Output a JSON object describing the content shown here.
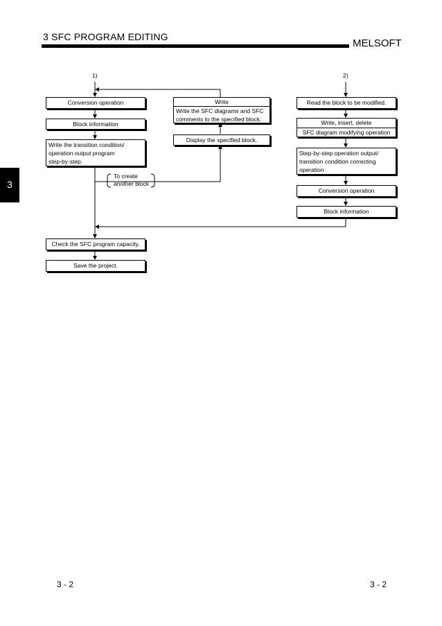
{
  "header": {
    "title": "3   SFC PROGRAM EDITING",
    "brand": "MELSOFT"
  },
  "side_tab": {
    "number": "3"
  },
  "flow": {
    "label_1": "1)",
    "label_2": "2)",
    "conversion_1": "Conversion operation",
    "block_info_1": "Block information",
    "write_transition": [
      "Write the transition condition/",
      "operation output program",
      "step-by-step."
    ],
    "write_title": "Write",
    "write_body": [
      "Write the SFC diagrams and SFC",
      "comments to the specified block."
    ],
    "display_block": "Display the specified block.",
    "create_note": [
      "To create",
      "another block"
    ],
    "read_block": "Read the block to be modified.",
    "write_insert_delete": "Write, insert, delete",
    "sfc_modify": "SFC diagram modifying operation",
    "step_by_step": [
      "Step-by-step operation output/",
      "transition condition correcting",
      "operation"
    ],
    "conversion_2": "Conversion operation",
    "block_info_2": "Block information",
    "check_capacity": "Check the SFC program capacity.",
    "save_project": "Save the project."
  },
  "footer": {
    "left": "3 - 2",
    "right": "3 - 2"
  }
}
